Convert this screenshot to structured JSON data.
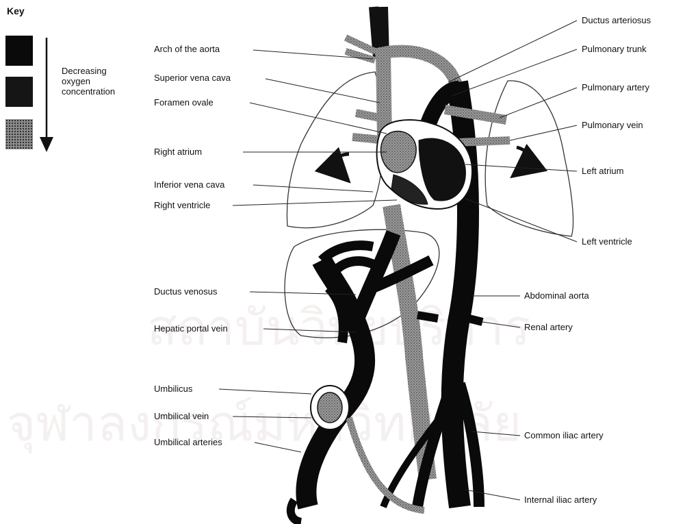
{
  "key": {
    "title": "Key",
    "caption": [
      "Decreasing",
      "oxygen",
      "concentration"
    ]
  },
  "labels_left": [
    "Arch of the aorta",
    "Superior vena cava",
    "Foramen ovale",
    "Right atrium",
    "Inferior vena cava",
    "Right ventricle",
    "Ductus venosus",
    "Hepatic portal vein",
    "Umbilicus",
    "Umbilical vein",
    "Umbilical arteries"
  ],
  "labels_right": [
    "Ductus arteriosus",
    "Pulmonary trunk",
    "Pulmonary artery",
    "Pulmonary vein",
    "Left atrium",
    "Left ventricle",
    "Abdominal aorta",
    "Renal artery",
    "Common iliac artery",
    "Internal iliac artery"
  ],
  "watermark": [
    "สถาบันวิทยบริการ",
    "จุฬาลงกรณ์มหาวิทยาลัย"
  ]
}
